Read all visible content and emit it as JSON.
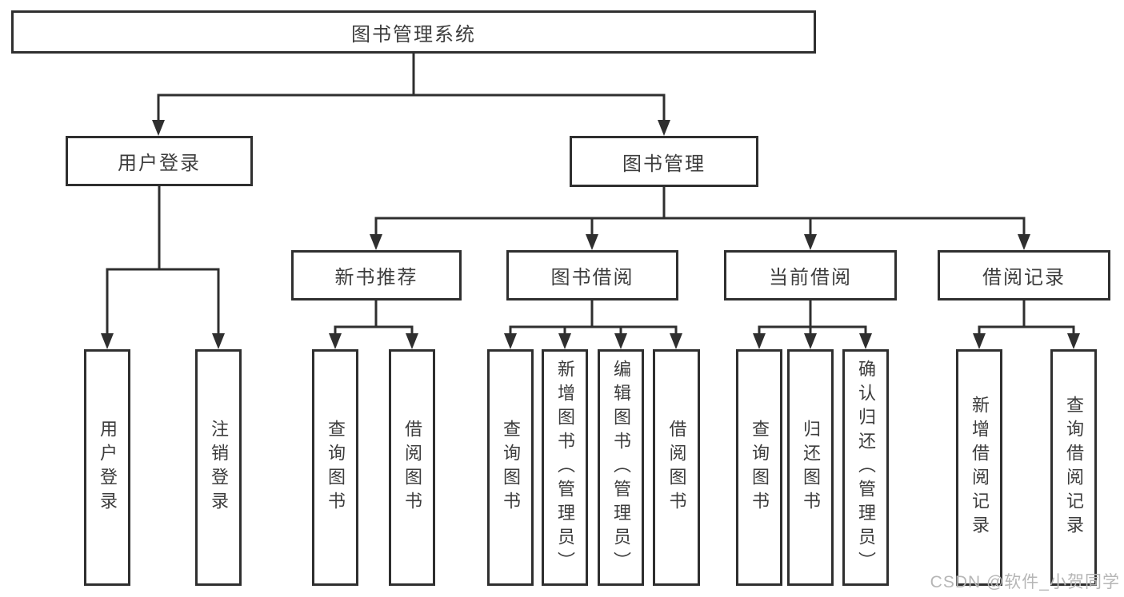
{
  "diagram_title": "图书管理系统",
  "nodes": {
    "root": "图书管理系统",
    "user_login": "用户登录",
    "book_management": "图书管理",
    "new_book_recommend": "新书推荐",
    "book_borrowing": "图书借阅",
    "current_borrowing": "当前借阅",
    "borrowing_records": "借阅记录",
    "leaf_user_login": "用户登录",
    "leaf_logout": "注销登录",
    "leaf_query_books_1": "查询图书",
    "leaf_borrow_books_1": "借阅图书",
    "leaf_query_books_2": "查询图书",
    "leaf_add_books_admin": "新增图书（管理员）",
    "leaf_edit_books_admin": "编辑图书（管理员）",
    "leaf_borrow_books_2": "借阅图书",
    "leaf_query_books_3": "查询图书",
    "leaf_return_books": "归还图书",
    "leaf_confirm_return_admin": "确认归还（管理员）",
    "leaf_add_borrow_record": "新增借阅记录",
    "leaf_query_borrow_record": "查询借阅记录"
  },
  "hierarchy": {
    "图书管理系统": [
      "用户登录",
      "图书管理"
    ],
    "用户登录": [
      "用户登录",
      "注销登录"
    ],
    "图书管理": [
      "新书推荐",
      "图书借阅",
      "当前借阅",
      "借阅记录"
    ],
    "新书推荐": [
      "查询图书",
      "借阅图书"
    ],
    "图书借阅": [
      "查询图书",
      "新增图书（管理员）",
      "编辑图书（管理员）",
      "借阅图书"
    ],
    "当前借阅": [
      "查询图书",
      "归还图书",
      "确认归还（管理员）"
    ],
    "借阅记录": [
      "新增借阅记录",
      "查询借阅记录"
    ]
  },
  "watermark": "CSDN @软件_小贺同学",
  "colors": {
    "line": "#2f2f2f",
    "box_border": "#2f2f2f",
    "text": "#3d3d3d",
    "background": "#ffffff",
    "watermark": "#b6b6b6"
  }
}
